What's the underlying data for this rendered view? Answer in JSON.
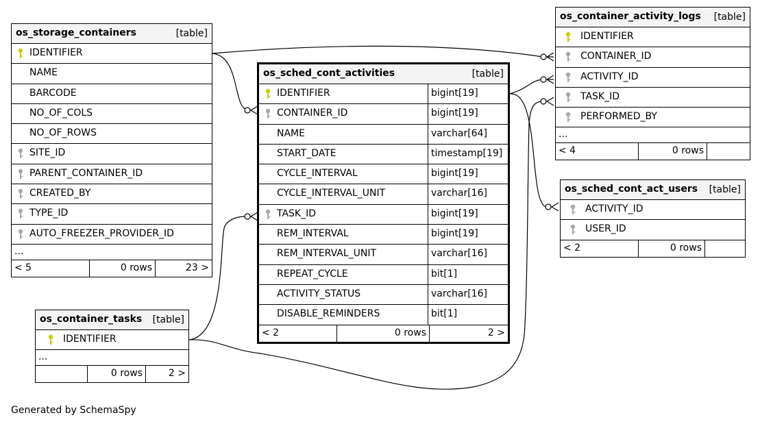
{
  "footer_text": "Generated by SchemaSpy",
  "key_colors": {
    "primary": "#cccc00",
    "foreign": "#a8a8a8"
  },
  "tables": {
    "os_storage_containers": {
      "name": "os_storage_containers",
      "type": "[table]",
      "columns": [
        {
          "name": "IDENTIFIER",
          "key": "primary"
        },
        {
          "name": "NAME",
          "key": "none"
        },
        {
          "name": "BARCODE",
          "key": "none"
        },
        {
          "name": "NO_OF_COLS",
          "key": "none"
        },
        {
          "name": "NO_OF_ROWS",
          "key": "none"
        },
        {
          "name": "SITE_ID",
          "key": "foreign"
        },
        {
          "name": "PARENT_CONTAINER_ID",
          "key": "foreign"
        },
        {
          "name": "CREATED_BY",
          "key": "foreign"
        },
        {
          "name": "TYPE_ID",
          "key": "foreign"
        },
        {
          "name": "AUTO_FREEZER_PROVIDER_ID",
          "key": "foreign"
        }
      ],
      "more": "...",
      "footer": {
        "parents": "< 5",
        "rows": "0 rows",
        "children": "23 >"
      }
    },
    "os_sched_cont_activities": {
      "name": "os_sched_cont_activities",
      "type": "[table]",
      "columns": [
        {
          "name": "IDENTIFIER",
          "type": "bigint[19]",
          "key": "primary"
        },
        {
          "name": "CONTAINER_ID",
          "type": "bigint[19]",
          "key": "foreign"
        },
        {
          "name": "NAME",
          "type": "varchar[64]",
          "key": "none"
        },
        {
          "name": "START_DATE",
          "type": "timestamp[19]",
          "key": "none"
        },
        {
          "name": "CYCLE_INTERVAL",
          "type": "bigint[19]",
          "key": "none"
        },
        {
          "name": "CYCLE_INTERVAL_UNIT",
          "type": "varchar[16]",
          "key": "none"
        },
        {
          "name": "TASK_ID",
          "type": "bigint[19]",
          "key": "foreign"
        },
        {
          "name": "REM_INTERVAL",
          "type": "bigint[19]",
          "key": "none"
        },
        {
          "name": "REM_INTERVAL_UNIT",
          "type": "varchar[16]",
          "key": "none"
        },
        {
          "name": "REPEAT_CYCLE",
          "type": "bit[1]",
          "key": "none"
        },
        {
          "name": "ACTIVITY_STATUS",
          "type": "varchar[16]",
          "key": "none"
        },
        {
          "name": "DISABLE_REMINDERS",
          "type": "bit[1]",
          "key": "none"
        }
      ],
      "footer": {
        "parents": "< 2",
        "rows": "0 rows",
        "children": "2 >"
      }
    },
    "os_container_activity_logs": {
      "name": "os_container_activity_logs",
      "type": "[table]",
      "columns": [
        {
          "name": "IDENTIFIER",
          "key": "primary"
        },
        {
          "name": "CONTAINER_ID",
          "key": "foreign"
        },
        {
          "name": "ACTIVITY_ID",
          "key": "foreign"
        },
        {
          "name": "TASK_ID",
          "key": "foreign"
        },
        {
          "name": "PERFORMED_BY",
          "key": "foreign"
        }
      ],
      "more": "...",
      "footer": {
        "parents": "< 4",
        "rows": "0 rows",
        "children": ""
      }
    },
    "os_sched_cont_act_users": {
      "name": "os_sched_cont_act_users",
      "type": "[table]",
      "columns": [
        {
          "name": "ACTIVITY_ID",
          "key": "foreign"
        },
        {
          "name": "USER_ID",
          "key": "foreign"
        }
      ],
      "footer": {
        "parents": "< 2",
        "rows": "0 rows",
        "children": ""
      }
    },
    "os_container_tasks": {
      "name": "os_container_tasks",
      "type": "[table]",
      "columns": [
        {
          "name": "IDENTIFIER",
          "key": "primary"
        }
      ],
      "more": "...",
      "footer": {
        "parents": "",
        "rows": "0 rows",
        "children": "2 >"
      }
    }
  }
}
